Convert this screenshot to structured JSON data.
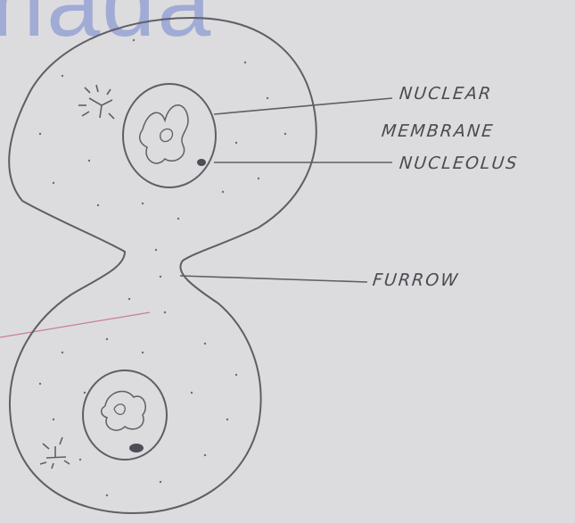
{
  "watermark": {
    "text": "nada"
  },
  "labels": {
    "nuclear_membrane_line1": "NUCLEAR",
    "nuclear_membrane_line2": "MEMBRANE",
    "nucleolus": "NUCLEOLUS",
    "furrow": "FURROW"
  },
  "colors": {
    "paper": "#dcdcdf",
    "pencil": "#5e5e66",
    "watermark": "#8d9bd3",
    "red_stroke": "#c0607a"
  }
}
